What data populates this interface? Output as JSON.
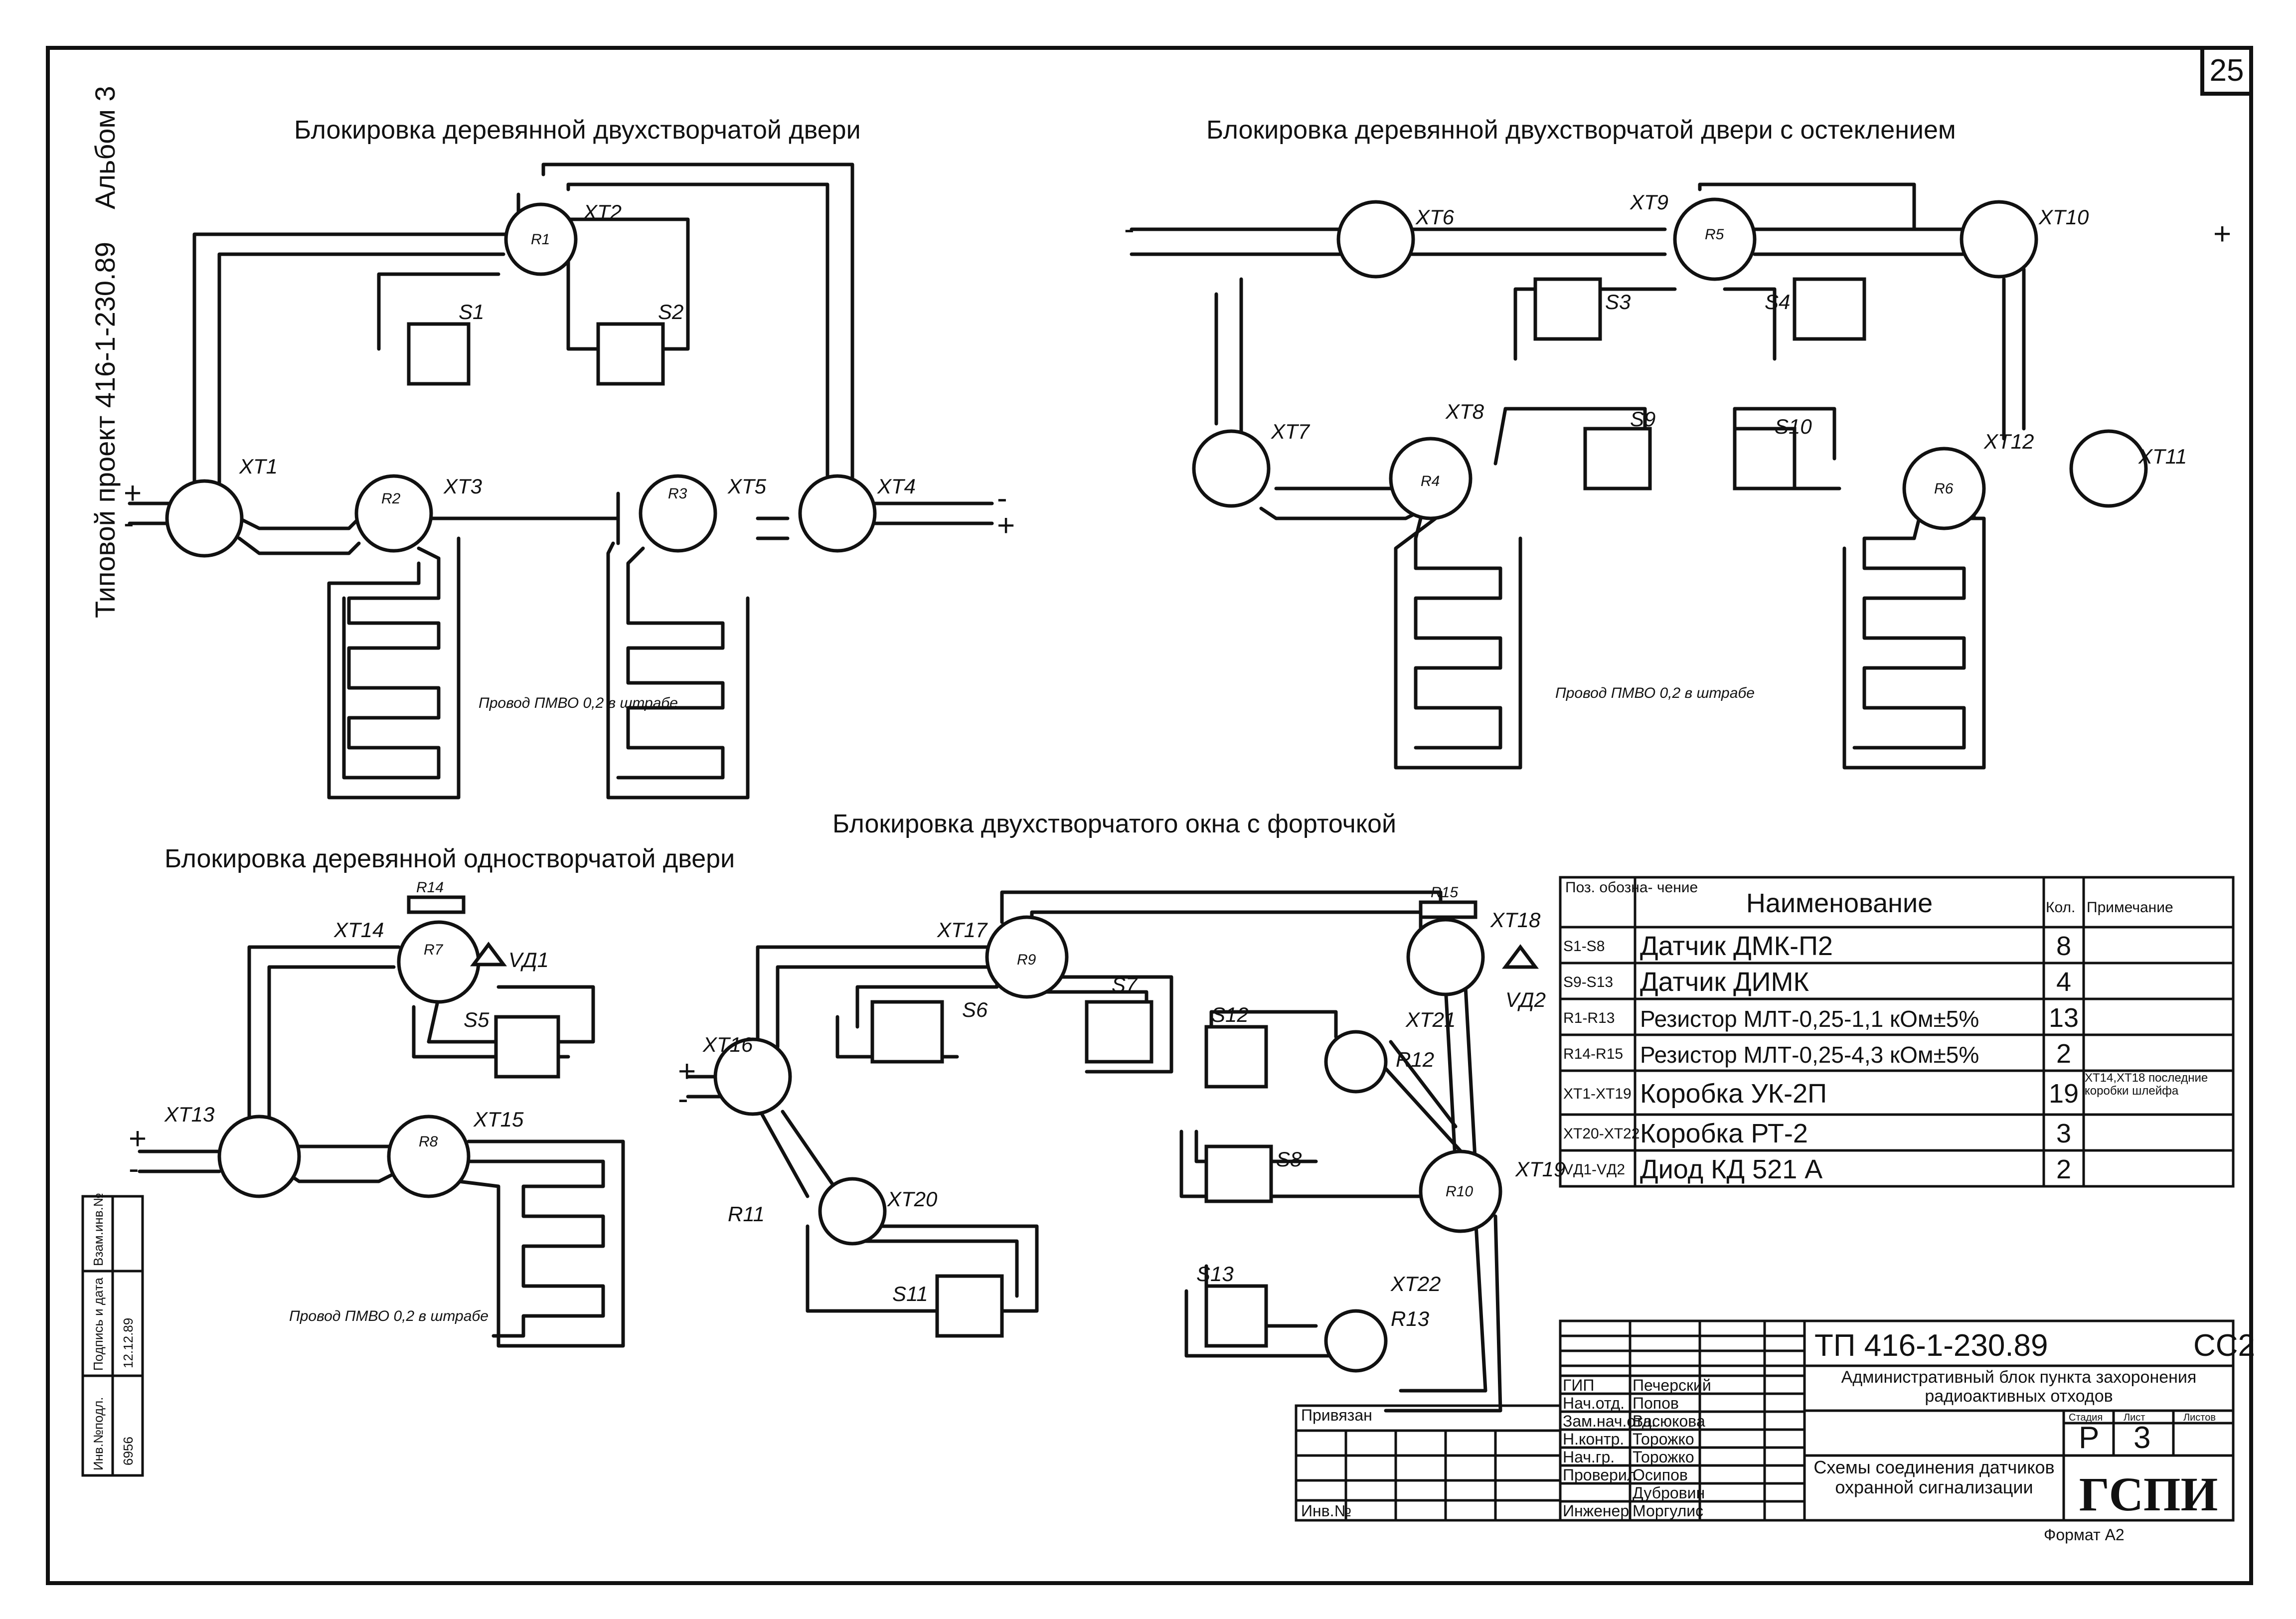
{
  "sheet": {
    "page_number": "25",
    "side_title": "Альбом 3",
    "side_project": "Типовой проект 416-1-230.89"
  },
  "sections": {
    "door_double": "Блокировка деревянной двухстворчатой двери",
    "door_glass": "Блокировка деревянной двухстворчатой двери с остеклением",
    "window": "Блокировка двухстворчатого окна с форточкой",
    "door_single": "Блокировка деревянной одностворчатой двери"
  },
  "labels": {
    "wire_note_1": "Провод ПМВО 0,2 в штрабе",
    "wire_note_2": "Провод ПМВО 0,2 в штрабе",
    "wire_note_3": "Провод ПМВО 0,2 в штрабе",
    "plus": "+",
    "minus": "-"
  },
  "components": {
    "XT1": "XT1",
    "XT2": "XT2",
    "XT3": "XT3",
    "XT4": "XT4",
    "XT5": "XT5",
    "XT6": "XT6",
    "XT7": "XT7",
    "XT8": "XT8",
    "XT9": "XT9",
    "XT10": "XT10",
    "XT11": "XT11",
    "XT12": "XT12",
    "XT13": "XT13",
    "XT14": "XT14",
    "XT15": "XT15",
    "XT16": "XT16",
    "XT17": "XT17",
    "XT18": "XT18",
    "XT19": "XT19",
    "XT20": "XT20",
    "XT21": "XT21",
    "XT22": "XT22",
    "R1": "R1",
    "R2": "R2",
    "R3": "R3",
    "R4": "R4",
    "R5": "R5",
    "R6": "R6",
    "R7": "R7",
    "R8": "R8",
    "R9": "R9",
    "R10": "R10",
    "R11": "R11",
    "R12": "R12",
    "R13": "R13",
    "R14": "R14",
    "R15": "R15",
    "S1": "S1",
    "S2": "S2",
    "S3": "S3",
    "S4": "S4",
    "S5": "S5",
    "S6": "S6",
    "S7": "S7",
    "S8": "S8",
    "S9": "S9",
    "S10": "S10",
    "S11": "S11",
    "S12": "S12",
    "S13": "S13",
    "VD1": "VД1",
    "VD2": "VД2"
  },
  "spec_table": {
    "headers": [
      "Поз. обозна- чение",
      "Наименование",
      "Кол.",
      "Примечание"
    ],
    "rows": [
      [
        "S1-S8",
        "Датчик ДМК-П2",
        "8",
        ""
      ],
      [
        "S9-S13",
        "Датчик ДИМК",
        "4",
        ""
      ],
      [
        "R1-R13",
        "Резистор МЛТ-0,25-1,1 кОм±5%",
        "13",
        ""
      ],
      [
        "R14-R15",
        "Резистор МЛТ-0,25-4,3 кОм±5%",
        "2",
        ""
      ],
      [
        "XT1-XT19",
        "Коробка УК-2П",
        "19",
        "XT14,XT18 последние коробки шлейфа"
      ],
      [
        "XT20-XT22",
        "Коробка РТ-2",
        "3",
        ""
      ],
      [
        "VД1-VД2",
        "Диод КД 521 А",
        "2",
        ""
      ]
    ]
  },
  "title_block": {
    "code": "ТП 416-1-230.89",
    "mark": "СС2",
    "object": "Административный блок пункта захоронения радиоактивных отходов",
    "drawing": "Схемы соединения датчиков охранной сигнализации",
    "org": "ГСПИ",
    "stage_hdr": "Стадия",
    "sheet_hdr": "Лист",
    "sheets_hdr": "Листов",
    "stage": "Р",
    "sheet": "3",
    "sheets": "",
    "format": "Формат А2",
    "privyazan": "Привязан",
    "inv": "Инв.№",
    "roles": [
      "ГИП",
      "Нач.отд.",
      "Зам.нач.отд.",
      "Н.контр.",
      "Нач.гр.",
      "Проверил",
      "",
      "Инженер"
    ],
    "names": [
      "Печерский",
      "Попов",
      "Васюкова",
      "Торожко",
      "Торожко",
      "Осипов",
      "Дубровин",
      "Моргулис"
    ]
  },
  "side_stamp": {
    "inv_orig": "Инв.№подл.",
    "sign_date": "Подпись и дата",
    "vzam": "Взам.инв.№",
    "inv_val": "6956",
    "date_val": "12.12.89"
  }
}
